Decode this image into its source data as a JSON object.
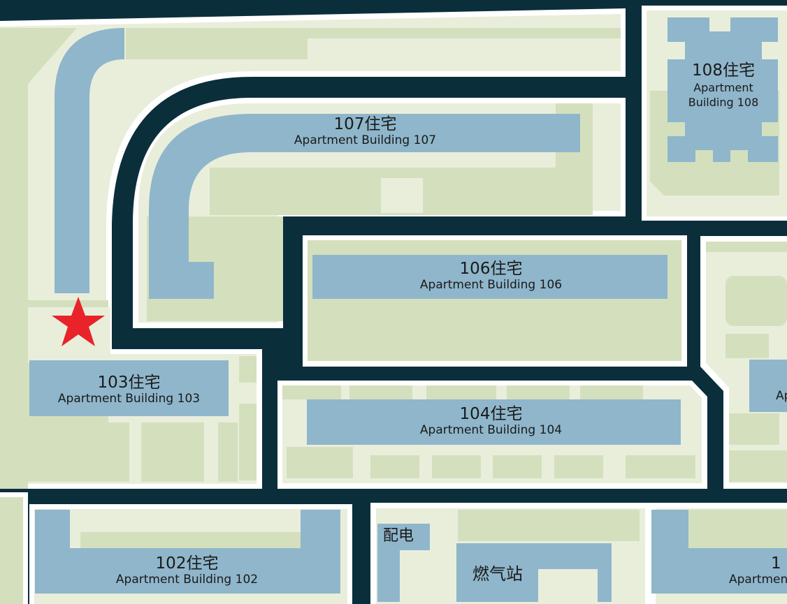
{
  "map": {
    "colors": {
      "road": "#0b2e3b",
      "sidewalk": "#e9eedb",
      "greenery": "#d4e0bd",
      "building": "#8fb6cb",
      "marker": "#e8232a"
    },
    "location_marker": "red-star",
    "buildings": {
      "b107": {
        "zh": "107住宅",
        "en": "Apartment Building 107"
      },
      "b108": {
        "zh": "108住宅",
        "en1": "Apartment",
        "en2": "Building 108"
      },
      "b106": {
        "zh": "106住宅",
        "en": "Apartment Building 106"
      },
      "b103": {
        "zh": "103住宅",
        "en": "Apartment Building 103"
      },
      "b104": {
        "zh": "104住宅",
        "en": "Apartment Building 104"
      },
      "b102": {
        "zh": "102住宅",
        "en": "Apartment Building 102"
      },
      "b105_partial": {
        "zh": "1",
        "en": "Apartmen"
      },
      "right_partial": {
        "en": "Ap"
      }
    },
    "facilities": {
      "power": "配电",
      "gas": "燃气站"
    }
  }
}
